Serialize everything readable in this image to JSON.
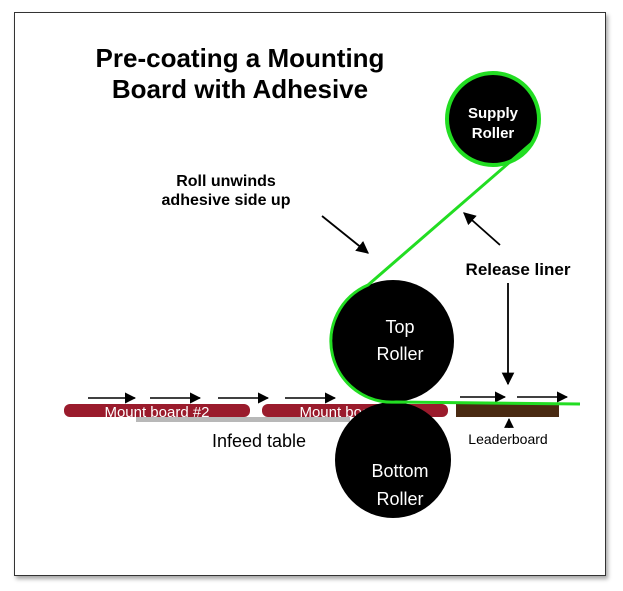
{
  "title": {
    "line1": "Pre-coating a Mounting",
    "line2": "Board with Adhesive"
  },
  "rollers": {
    "supply": {
      "line1": "Supply",
      "line2": "Roller"
    },
    "top": {
      "line1": "Top",
      "line2": "Roller"
    },
    "bottom": {
      "line1": "Bottom",
      "line2": "Roller"
    }
  },
  "annotations": {
    "roll_unwinds": {
      "line1": "Roll unwinds",
      "line2": "adhesive side up"
    },
    "release_liner": "Release liner",
    "infeed_table": "Infeed table",
    "leaderboard": "Leaderboard"
  },
  "boards": {
    "board2": "Mount board #2",
    "board1": "Mount board #1"
  },
  "colors": {
    "adhesive_line": "#22dd22",
    "mount_board": "#9a1b2c",
    "leaderboard": "#4a2a12",
    "infeed_table": "#b8b8b8",
    "roller": "#000000"
  }
}
